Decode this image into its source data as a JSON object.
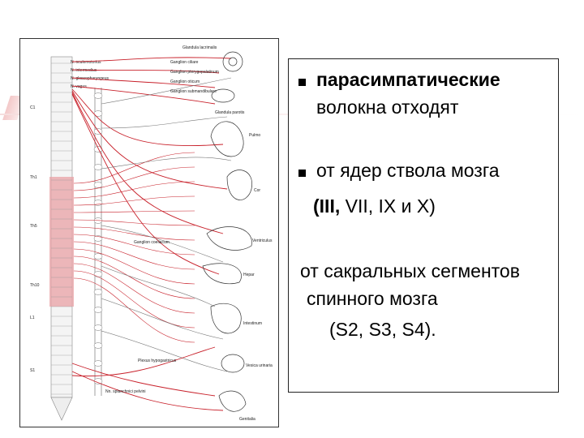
{
  "text_panel": {
    "item1_line1": "парасимпатические",
    "item1_line2": "волокна отходят",
    "item2_line1": "от ядер ствола мозга",
    "item2_line2_bold": "(III,",
    "item2_line2_rest": " VII, IX и X)",
    "item3_line1": "от сакральных сегментов",
    "item3_line2": "спинного мозга",
    "item3_line3": "(S2, S3, S4)."
  },
  "diagram": {
    "nerve_labels": [
      "N. oculomotorius",
      "N. intermedius",
      "N. glossopharyngeus",
      "N. vagus"
    ],
    "segment_labels": [
      "C1",
      "Th1",
      "Th5",
      "Th10",
      "L1",
      "S1"
    ],
    "organ_labels": [
      "Glandula lacrimalis",
      "Glandula parotis",
      "Pulmo",
      "Cor",
      "Hepar",
      "Ventriculus",
      "Intestinum",
      "Vesica urinaria",
      "Genitalia"
    ],
    "ganglion_labels": [
      "Ganglion ciliare",
      "Ganglion pterygopalatinum",
      "Ganglion oticum",
      "Ganglion submandibulare",
      "Ganglion coeliacum",
      "Plexus hypogastricus",
      "Nn. splanchnici pelvini"
    ]
  },
  "colors": {
    "parasympathetic": "#c8202a",
    "spinal_highlight": "#e9a2a6",
    "nerve_gray": "#666666",
    "text": "#000000"
  }
}
